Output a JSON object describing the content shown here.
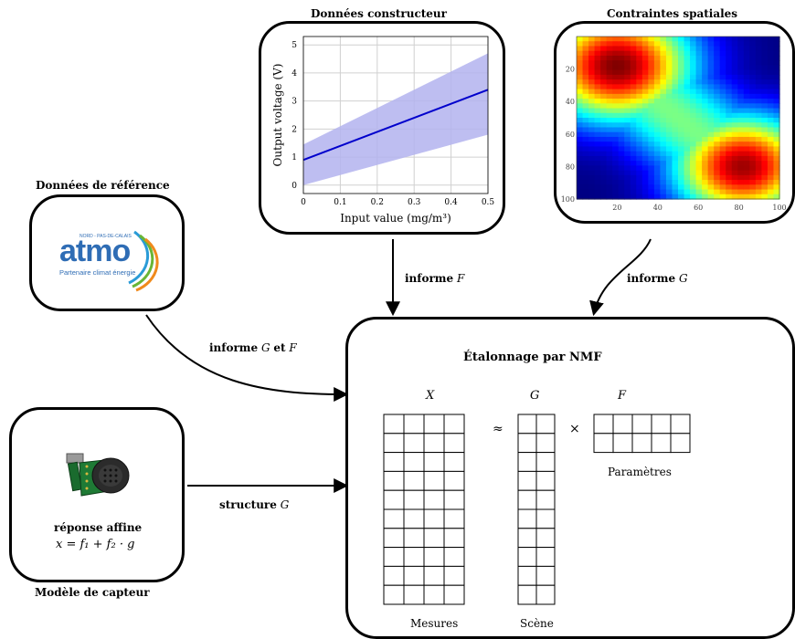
{
  "panels": {
    "constructor_title": "Données constructeur",
    "spatial_title": "Contraintes spatiales",
    "reference_title": "Données de référence",
    "sensor_model_title": "Modèle de capteur"
  },
  "chart_data": [
    {
      "type": "line",
      "xlabel": "Input value (mg/m³)",
      "ylabel": "Output voltage (V)",
      "xlim": [
        0,
        0.5
      ],
      "ylim": [
        -0.3,
        5.3
      ],
      "xticks": [
        "0",
        "0.1",
        "0.2",
        "0.3",
        "0.4",
        "0.5"
      ],
      "yticks": [
        "0",
        "1",
        "2",
        "3",
        "4",
        "5"
      ],
      "series": [
        {
          "x": [
            0,
            0.5
          ],
          "y": [
            0.9,
            3.4
          ]
        }
      ],
      "band": {
        "x": [
          0,
          0.5
        ],
        "lower": [
          0.0,
          1.8
        ],
        "upper": [
          1.45,
          4.7
        ]
      },
      "colors": {
        "line": "#0000cc",
        "band": "#b3b3ee"
      }
    },
    {
      "type": "heatmap",
      "colormap": "jet",
      "xlim": [
        0,
        100
      ],
      "ylim": [
        0,
        100
      ],
      "xticks": [
        "20",
        "40",
        "60",
        "80",
        "100"
      ],
      "yticks": [
        "20",
        "40",
        "60",
        "80",
        "100"
      ]
    }
  ],
  "reference_logo": {
    "tagline_top": "NORD - PAS-DE-CALAIS",
    "wordmark": "atmo",
    "tagline": "Partenaire climat énergie",
    "colors": {
      "wordmark": "#2f6db5",
      "tagline": "#2f6db5"
    }
  },
  "sensor": {
    "response_label": "réponse affine",
    "equation": "x = f₁ + f₂ · g"
  },
  "arrows": {
    "informe_F": {
      "bold": "informe",
      "var": "F"
    },
    "informe_G": {
      "bold": "informe",
      "var": "G"
    },
    "informe_GF": {
      "bold": "informe",
      "var1": "G",
      "mid": "et",
      "var2": "F"
    },
    "structure_G": {
      "bold": "structure",
      "var": "G"
    }
  },
  "nmf": {
    "title": "Étalonnage par NMF",
    "x_symbol": "X",
    "g_symbol": "G",
    "f_symbol": "F",
    "approx_symbol": "≈",
    "times_symbol": "×",
    "x_caption": "Mesures",
    "g_caption": "Scène",
    "f_caption": "Paramètres",
    "x_matrix": {
      "rows": 10,
      "cols": 4
    },
    "g_matrix": {
      "rows": 10,
      "cols": 2
    },
    "f_matrix": {
      "rows": 2,
      "cols": 5
    }
  }
}
